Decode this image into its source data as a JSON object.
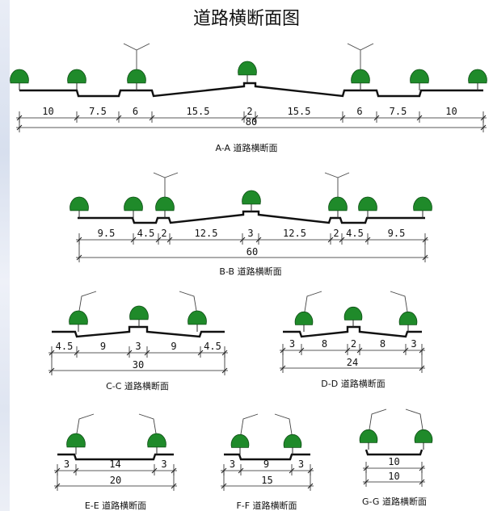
{
  "title": "道路横断面图",
  "sections": [
    {
      "caption": "A-A 道路横断面",
      "widths": [
        "10",
        "7.5",
        "6",
        "15.5",
        "2",
        "15.5",
        "6",
        "7.5",
        "10"
      ],
      "total": "80"
    },
    {
      "caption": "B-B 道路横断面",
      "widths": [
        "9.5",
        "4.5",
        "2",
        "12.5",
        "3",
        "12.5",
        "2",
        "4.5",
        "9.5"
      ],
      "total": "60"
    },
    {
      "caption": "C-C 道路横断面",
      "widths": [
        "4.5",
        "9",
        "3",
        "9",
        "4.5"
      ],
      "total": "30"
    },
    {
      "caption": "D-D 道路横断面",
      "widths": [
        "3",
        "8",
        "2",
        "8",
        "3"
      ],
      "total": "24"
    },
    {
      "caption": "E-E 道路横断面",
      "widths": [
        "3",
        "14",
        "3"
      ],
      "total": "20"
    },
    {
      "caption": "F-F 道路横断面",
      "widths": [
        "3",
        "9",
        "3"
      ],
      "total": "15"
    },
    {
      "caption": "G-G 道路横断面",
      "widths": [
        "10"
      ],
      "total": "10"
    }
  ]
}
